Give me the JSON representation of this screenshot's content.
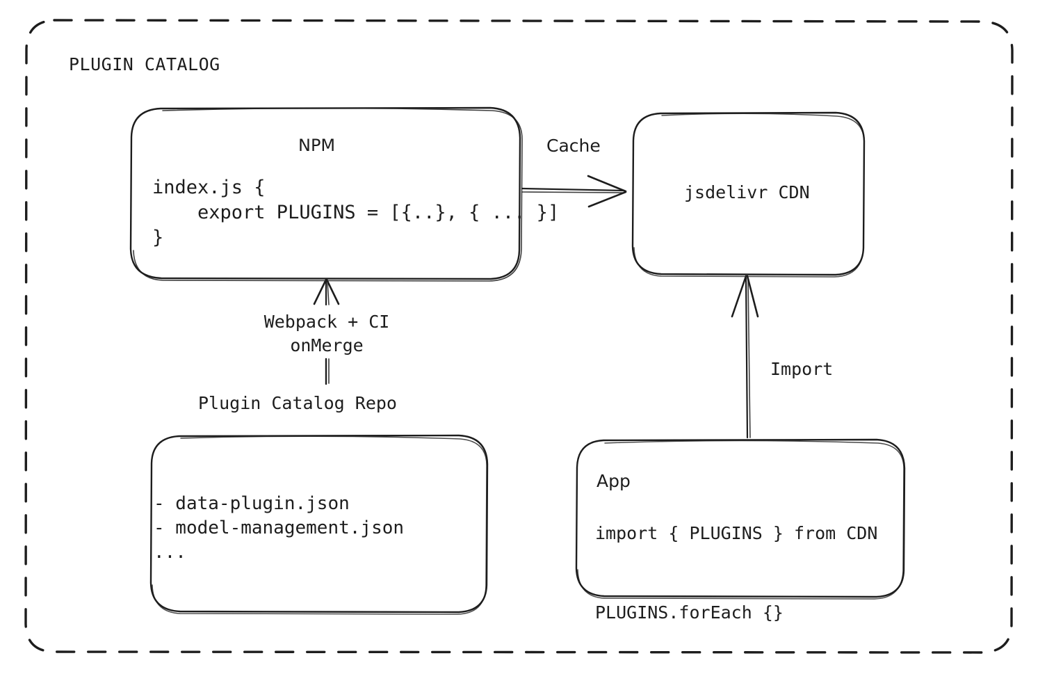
{
  "diagram": {
    "group": {
      "title": "PLUGIN CATALOG",
      "border_style": "dashed",
      "color": "#1d1d1d"
    },
    "nodes": [
      {
        "id": "npm",
        "title": "NPM",
        "code": "index.js {\n    export PLUGINS = [{..}, { ... }]\n}"
      },
      {
        "id": "cdn",
        "title": "jsdelivr CDN"
      },
      {
        "id": "repo",
        "caption": "Plugin Catalog Repo",
        "list": "- data-plugin.json\n- model-management.json\n..."
      },
      {
        "id": "app",
        "title": "App",
        "code": "import { PLUGINS } from CDN\n\nPLUGINS.forEach {}"
      }
    ],
    "edges": [
      {
        "id": "npm-to-cdn",
        "label": "Cache",
        "from": "npm",
        "to": "cdn"
      },
      {
        "id": "repo-to-npm",
        "label": "Webpack + CI\nonMerge",
        "from": "repo",
        "to": "npm"
      },
      {
        "id": "app-to-cdn",
        "label": "Import",
        "from": "app",
        "to": "cdn"
      }
    ],
    "style": {
      "stroke": "#1d1d1d",
      "background": "#ffffff",
      "sketchy": "true"
    }
  }
}
